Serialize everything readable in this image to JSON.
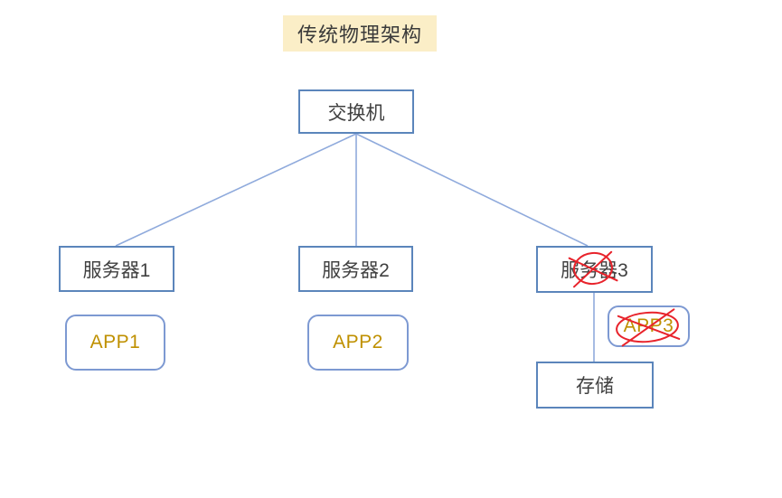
{
  "diagram": {
    "title": "传统物理架构",
    "switch": {
      "label": "交换机"
    },
    "servers": [
      {
        "label": "服务器1",
        "crossed_out": false
      },
      {
        "label": "服务器2",
        "crossed_out": false
      },
      {
        "label": "服务器3",
        "crossed_out": true
      }
    ],
    "apps": [
      {
        "label": "APP1",
        "crossed_out": false
      },
      {
        "label": "APP2",
        "crossed_out": false
      },
      {
        "label": "APP3",
        "crossed_out": true
      }
    ],
    "storage": {
      "label": "存储"
    },
    "connections": [
      "交换机-服务器1",
      "交换机-服务器2",
      "交换机-服务器3",
      "服务器3-存储"
    ],
    "colors": {
      "title_background": "#FBEEC7",
      "title_text": "#3A3A3A",
      "rect_border": "#5B85BB",
      "rounded_border": "#7D99D2",
      "connector_line": "#8FAADC",
      "node_text": "#404040",
      "app_text": "#BF9000",
      "crossout_annotation": "#E8232B",
      "background": "#FFFFFF"
    }
  }
}
